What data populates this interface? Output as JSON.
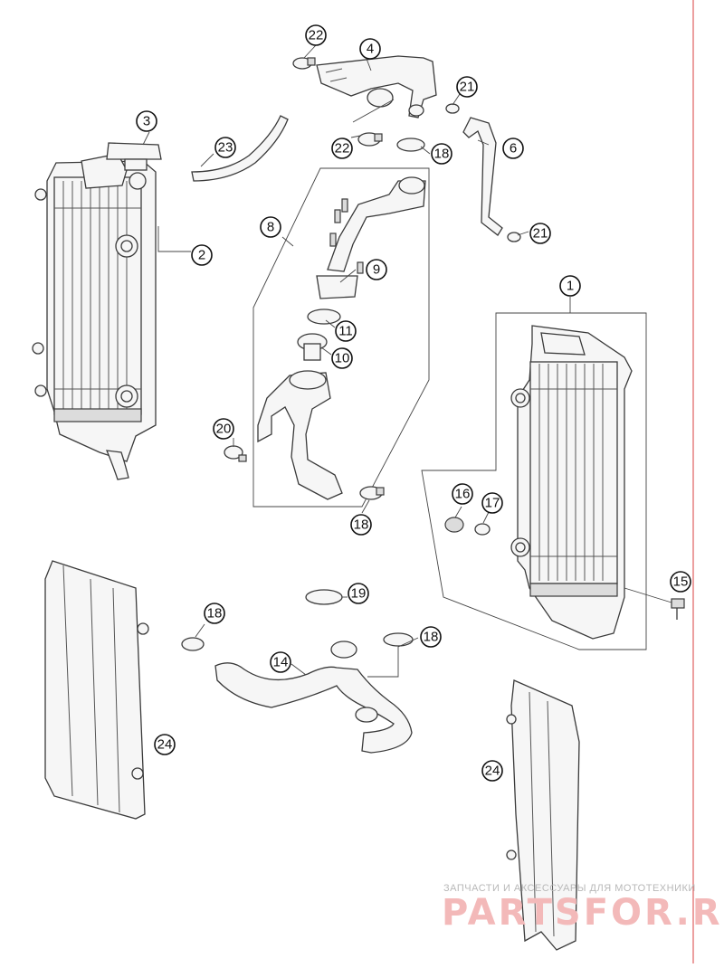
{
  "callouts": [
    "22",
    "4",
    "21",
    "3",
    "23",
    "22",
    "18",
    "6",
    "8",
    "2",
    "9",
    "21",
    "1",
    "11",
    "10",
    "20",
    "16",
    "17",
    "18",
    "15",
    "19",
    "18",
    "18",
    "14",
    "24",
    "24"
  ],
  "watermark": {
    "subtitle": "ЗАПЧАСТИ И АКСЕССУАРЫ ДЛЯ МОТОТЕХНИКИ",
    "brand": "PARTSFOR.RU"
  },
  "colors": {
    "line": "#3a3a3a",
    "border_right": "#e06060",
    "watermark": "#f3b9b9"
  }
}
